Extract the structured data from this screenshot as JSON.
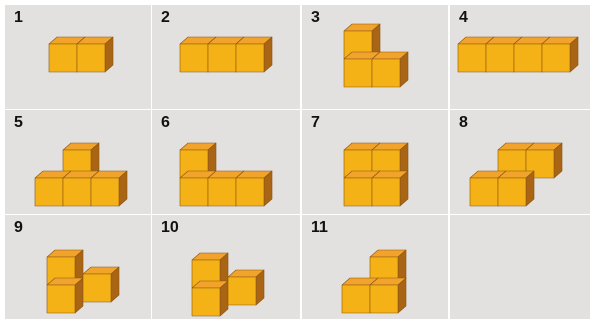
{
  "colors": {
    "background": "#e3e1df",
    "gridline": "#ffffff",
    "cube_front": "#f5b216",
    "cube_front_edge": "#d08f0a",
    "cube_top": "#f2a32c",
    "cube_side": "#a96514",
    "cube_outline": "#8a560f"
  },
  "grid": {
    "rows": 3,
    "columns": 4
  },
  "cells": [
    {
      "label": "1",
      "cubes": [
        [
          0,
          0
        ],
        [
          1,
          0
        ]
      ]
    },
    {
      "label": "2",
      "cubes": [
        [
          0,
          0
        ],
        [
          1,
          0
        ],
        [
          2,
          0
        ]
      ]
    },
    {
      "label": "3",
      "cubes": [
        [
          0,
          1
        ],
        [
          0,
          0
        ],
        [
          1,
          0
        ]
      ]
    },
    {
      "label": "4",
      "cubes": [
        [
          0,
          0
        ],
        [
          1,
          0
        ],
        [
          2,
          0
        ],
        [
          3,
          0
        ]
      ]
    },
    {
      "label": "5",
      "cubes": [
        [
          1,
          1
        ],
        [
          0,
          0
        ],
        [
          1,
          0
        ],
        [
          2,
          0
        ]
      ]
    },
    {
      "label": "6",
      "cubes": [
        [
          0,
          1
        ],
        [
          0,
          0
        ],
        [
          1,
          0
        ],
        [
          2,
          0
        ]
      ]
    },
    {
      "label": "7",
      "cubes": [
        [
          0,
          1
        ],
        [
          1,
          1
        ],
        [
          0,
          0
        ],
        [
          1,
          0
        ]
      ]
    },
    {
      "label": "8",
      "cubes": [
        [
          1,
          1
        ],
        [
          2,
          1
        ],
        [
          0,
          0
        ],
        [
          1,
          0
        ]
      ]
    },
    {
      "label": "9",
      "cubes": [
        [
          0,
          1
        ],
        [
          0,
          0
        ],
        [
          1,
          0
        ]
      ],
      "offset_step": true
    },
    {
      "label": "10",
      "cubes": [
        [
          0,
          1
        ],
        [
          0,
          0
        ],
        [
          1,
          0
        ]
      ],
      "offset_step": true
    },
    {
      "label": "11",
      "cubes": [
        [
          1,
          1
        ],
        [
          0,
          0
        ],
        [
          1,
          0
        ]
      ]
    },
    {
      "label": "",
      "cubes": []
    }
  ]
}
